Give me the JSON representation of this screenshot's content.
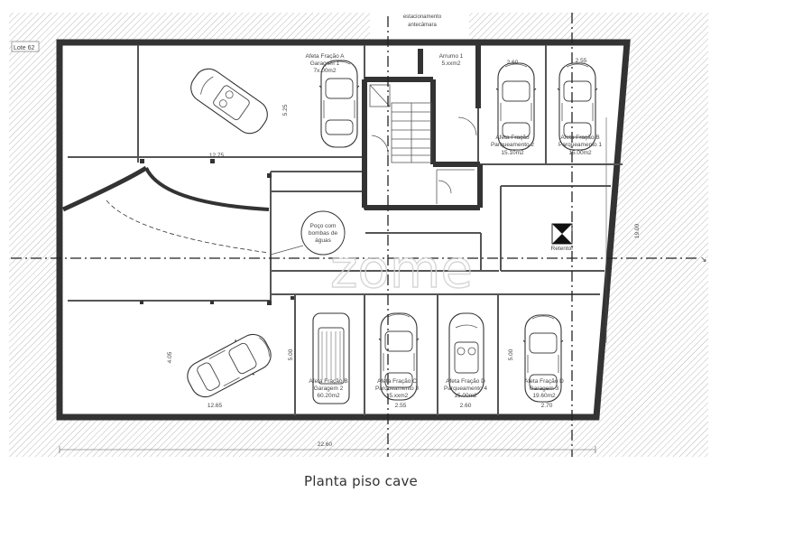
{
  "plan": {
    "lot_label": "Lote 62",
    "top_note": [
      "estacionamento",
      "antecâmara"
    ],
    "watermark": "zome",
    "caption": "Planta piso cave",
    "arrow_glyph": "↘",
    "spaces": {
      "garage_a": [
        "Afeta Fração A",
        "Garagem 1",
        "7x.00m2"
      ],
      "storage_1": [
        "Arrumo 1",
        "5.xxm2"
      ],
      "parking_2_top": [
        "Afeta Fração",
        "Parqueamento 2",
        "15.10m2"
      ],
      "parking_1_top": [
        "Afeta Fração B",
        "Parqueamento 1",
        "15.00m2"
      ],
      "garage_b2": [
        "Afeta Fração B",
        "Garagem 2",
        "60.20m2"
      ],
      "parking_c3": [
        "Afeta Fração C",
        "Parqueamento 3",
        "15.xxm2"
      ],
      "parking_d4": [
        "Afeta Fração D",
        "Parqueamento 4",
        "15.00m2"
      ],
      "garage_d3": [
        "Afeta Fração D",
        "Garagem 3",
        "19.60m2"
      ]
    },
    "well": [
      "Poço com",
      "bombas de",
      "águas"
    ],
    "retention": "Retentor",
    "dims": {
      "d_525": "5.25",
      "d_1275": "12.75",
      "d_260_top": "2.60",
      "d_255": "2.55",
      "d_1900": "19.00",
      "d_405": "4.05",
      "d_1265": "12.65",
      "d_500_a": "5.00",
      "d_500_b": "5.00",
      "d_255_b": "2.55",
      "d_260_b": "2.60",
      "d_270": "2.70",
      "d_2260": "22.60"
    }
  }
}
